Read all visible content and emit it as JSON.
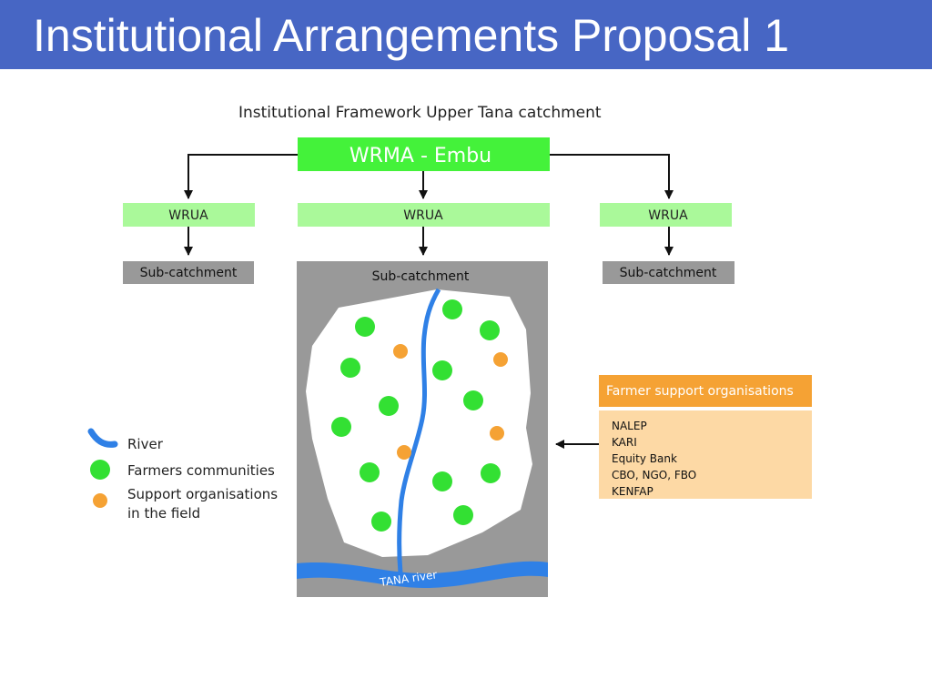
{
  "slide": {
    "title": "Institutional Arrangements Proposal 1"
  },
  "diagram": {
    "heading": "Institutional Framework Upper Tana catchment",
    "top_node": "WRMA - Embu",
    "wrua_nodes": [
      "WRUA",
      "WRUA",
      "WRUA"
    ],
    "subcatchment_nodes": [
      "Sub-catchment",
      "Sub-catchment",
      "Sub-catchment"
    ],
    "river_label": "TANA river",
    "support_box": {
      "header": "Farmer support organisations",
      "items": [
        "NALEP",
        "KARI",
        "Equity Bank",
        "CBO, NGO, FBO",
        "KENFAP"
      ]
    },
    "legend": {
      "river": "River",
      "farmers": "Farmers communities",
      "support_line1": "Support organisations",
      "support_line2": "in the field"
    },
    "colors": {
      "title_bar": "#4766c4",
      "wrma": "#44f23a",
      "wrua": "#aaf99a",
      "subcatchment": "#999999",
      "river": "#2f80e6",
      "farmer_dot": "#33e033",
      "support_dot": "#f5a234",
      "support_header": "#f5a234",
      "support_body": "#fdd9a5"
    }
  }
}
